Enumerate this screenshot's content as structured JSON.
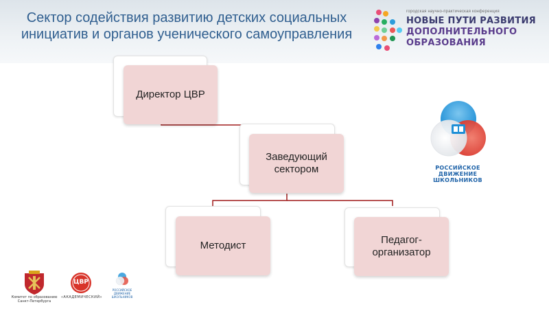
{
  "header": {
    "title_line1": "Сектор содействия развитию детских социальных",
    "title_line2": "инициатив и органов ученического самоуправления"
  },
  "conference": {
    "small": "городская научно-практическая конференция",
    "line1": "НОВЫЕ ПУТИ РАЗВИТИЯ",
    "line2": "ДОПОЛНИТЕЛЬНОГО",
    "line3": "ОБРАЗОВАНИЯ"
  },
  "org_chart": {
    "director": "Директор ЦВР",
    "head_line1": "Заведующий",
    "head_line2": "сектором",
    "methodist": "Методист",
    "teacher_line1": "Педагог-",
    "teacher_line2": "организатор"
  },
  "rdsh": {
    "line1": "РОССИЙСКОЕ",
    "line2": "ДВИЖЕНИЕ ШКОЛЬНИКОВ"
  },
  "footer": {
    "committee_line1": "Комитет по образованию",
    "committee_line2": "Санкт-Петербурга",
    "cvr_badge": "ЦВР",
    "academic": "«АКАДЕМИЧЕСКИЙ»",
    "rdsh_small_line1": "РОССИЙСКОЕ",
    "rdsh_small_line2": "ДВИЖЕНИЕ ШКОЛЬНИКОВ"
  },
  "colors": {
    "title": "#2f5e8f",
    "card_fill": "#f1d5d5",
    "connector": "#a01c1c",
    "rdsh_blue": "#1f63a8",
    "rdsh_red": "#d8342a"
  }
}
